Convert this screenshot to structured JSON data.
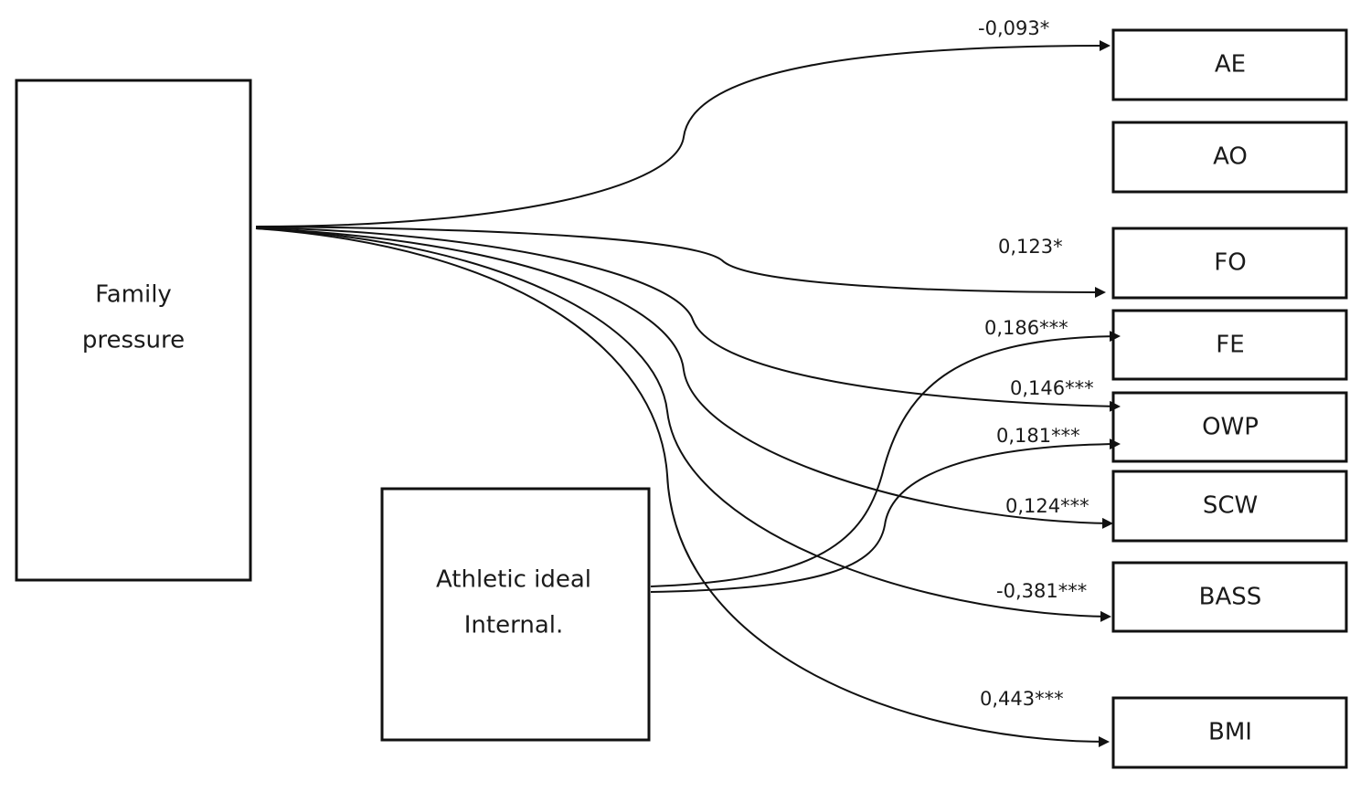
{
  "diagram": {
    "predictors": {
      "family_pressure": {
        "line1": "Family",
        "line2": "pressure"
      },
      "athletic_ideal": {
        "line1": "Athletic ideal",
        "line2": "Internal."
      }
    },
    "outcomes": {
      "ae": "AE",
      "ao": "AO",
      "fo": "FO",
      "fe": "FE",
      "owp": "OWP",
      "scw": "SCW",
      "bass": "BASS",
      "bmi": "BMI"
    },
    "coefficients": {
      "family_ae": "-0,093*",
      "family_fo": "0,123*",
      "athletic_fe": "0,186***",
      "family_owp": "0,146***",
      "athletic_owp": "0,181***",
      "family_scw": "0,124***",
      "family_bass": "-0,381***",
      "family_bmi": "0,443***"
    }
  }
}
